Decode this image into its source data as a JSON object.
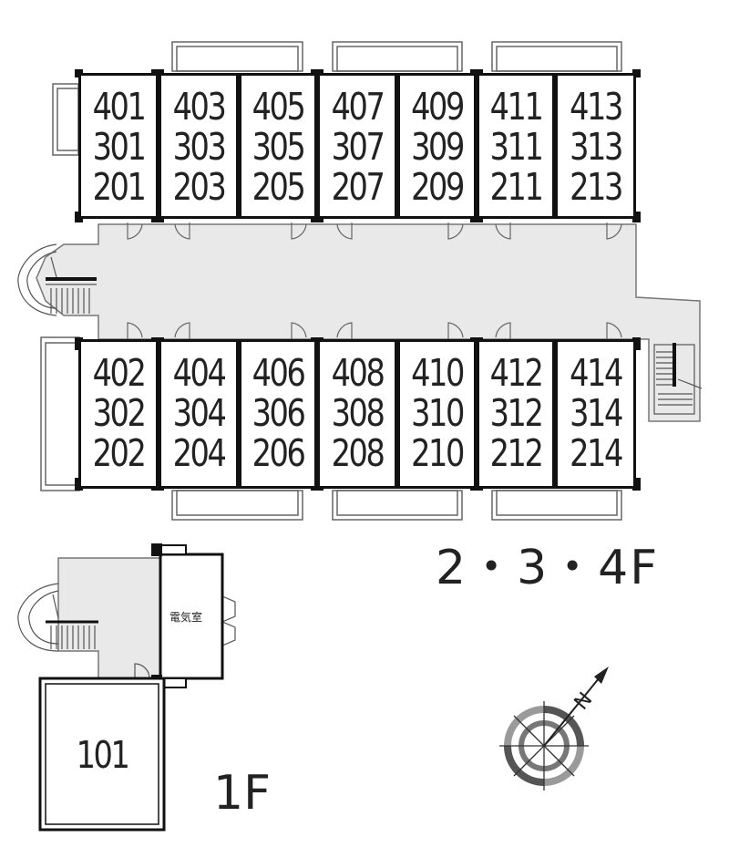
{
  "upper_floor": {
    "label": "2・3・4F",
    "north_rooms": [
      [
        "401",
        "301",
        "201"
      ],
      [
        "403",
        "303",
        "203"
      ],
      [
        "405",
        "305",
        "205"
      ],
      [
        "407",
        "307",
        "207"
      ],
      [
        "409",
        "309",
        "209"
      ],
      [
        "411",
        "311",
        "211"
      ],
      [
        "413",
        "313",
        "213"
      ]
    ],
    "south_rooms": [
      [
        "402",
        "302",
        "202"
      ],
      [
        "404",
        "304",
        "204"
      ],
      [
        "406",
        "306",
        "206"
      ],
      [
        "408",
        "308",
        "208"
      ],
      [
        "410",
        "310",
        "210"
      ],
      [
        "412",
        "312",
        "212"
      ],
      [
        "414",
        "314",
        "214"
      ]
    ]
  },
  "ground_floor": {
    "label": "1F",
    "room": "101",
    "electrical_room": "電気室"
  },
  "compass": {
    "north_letter": "N"
  },
  "colors": {
    "wall": "#111111",
    "corridor": "#e8e8e8",
    "balcony": "#666666"
  }
}
